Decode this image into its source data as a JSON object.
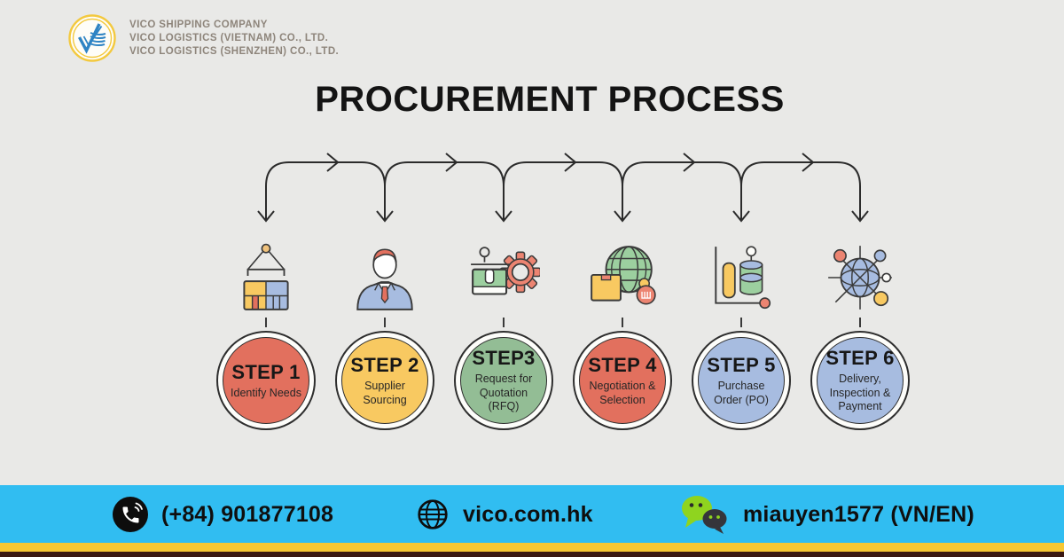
{
  "brand": {
    "logo_name": "vico-logo",
    "company_lines": [
      "VICO SHIPPING COMPANY",
      "VICO LOGISTICS (VIETNAM) CO., LTD.",
      "VICO LOGISTICS (SHENZHEN) CO., LTD."
    ]
  },
  "title": "PROCUREMENT PROCESS",
  "steps": [
    {
      "label": "STEP 1",
      "description": "Identify Needs",
      "color": "#e2705e",
      "icon": "cargo-crate-hook-icon"
    },
    {
      "label": "STEP 2",
      "description": "Supplier Sourcing",
      "color": "#f8c961",
      "icon": "businessman-icon"
    },
    {
      "label": "STEP3",
      "description": "Request for Quotation (RFQ)",
      "color": "#93bd95",
      "icon": "package-stamp-gear-icon"
    },
    {
      "label": "STEP 4",
      "description": "Negotiation & Selection",
      "color": "#e2705e",
      "icon": "globe-package-icon"
    },
    {
      "label": "STEP 5",
      "description": "Purchase Order (PO)",
      "color": "#a7bce0",
      "icon": "chart-cylinder-icon"
    },
    {
      "label": "STEP 6",
      "description": "Delivery, Inspection & Payment",
      "color": "#a7bce0",
      "icon": "network-globe-icon"
    }
  ],
  "footer": {
    "phone_label": "(+84) 901877108",
    "website_label": "vico.com.hk",
    "wechat_label": "miauyen1577 (VN/EN)"
  },
  "colors": {
    "background": "#e9e9e7",
    "arrow": "#2b2b2b",
    "footer_bar": "#31bdf1",
    "stripe_yellow": "#f7c733",
    "stripe_dark": "#3a1712",
    "brand_blue": "#2f84c4",
    "brand_gold": "#f3c93f",
    "wechat_green": "#8fd41f"
  }
}
